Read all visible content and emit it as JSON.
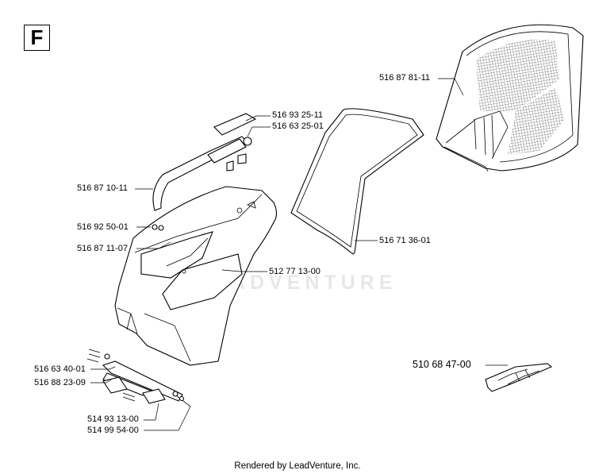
{
  "section_letter": "F",
  "watermark": "LEADVENTURE",
  "footer": "Rendered by LeadVenture, Inc.",
  "parts": [
    {
      "id": "p1",
      "number": "516 87 81-11"
    },
    {
      "id": "p2",
      "number": "516 93 25-11"
    },
    {
      "id": "p3",
      "number": "516 63 25-01"
    },
    {
      "id": "p4",
      "number": "516 87 10-11"
    },
    {
      "id": "p5",
      "number": "516 92 50-01"
    },
    {
      "id": "p6",
      "number": "516 87 11-07"
    },
    {
      "id": "p7",
      "number": "512 77 13-00"
    },
    {
      "id": "p8",
      "number": "516 71 36-01"
    },
    {
      "id": "p9",
      "number": "510 68 47-00"
    },
    {
      "id": "p10",
      "number": "516 63 40-01"
    },
    {
      "id": "p11",
      "number": "516 88 23-09"
    },
    {
      "id": "p12",
      "number": "514 93 13-00"
    },
    {
      "id": "p13",
      "number": "514 99 54-00"
    }
  ]
}
